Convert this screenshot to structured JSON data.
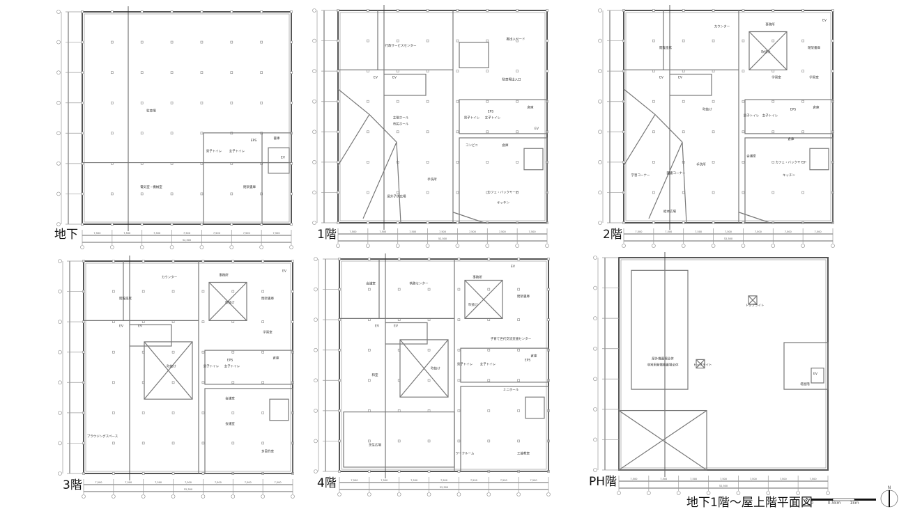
{
  "title": "地下1階～屋上階平面図",
  "scale": {
    "zero": "0",
    "half": "0.5km",
    "full": "1km"
  },
  "north": "N",
  "floors": [
    {
      "name": "地下",
      "span": "7,500",
      "total": "52,500",
      "rooms": [
        "駐車場",
        "電気室・機械室",
        "閉架書庫",
        "書庫",
        "EV",
        "EPS",
        "男子トイレ",
        "女子トイレ"
      ]
    },
    {
      "name": "1階",
      "span": "7,500",
      "total": "52,500",
      "rooms": [
        "行政サービスセンター",
        "搬出入ヤード",
        "駐車場出入口",
        "主階ホール",
        "市民ホール",
        "コンビニ",
        "倉庫",
        "カフェ・バックヤード",
        "キッチン",
        "手洗所",
        "屋外子供広場",
        "EV",
        "EV",
        "EPS",
        "倉庫",
        "EV",
        "男子トイレ",
        "女子トイレ"
      ]
    },
    {
      "name": "2階",
      "span": "7,500",
      "total": "52,500",
      "rooms": [
        "閲覧座席",
        "カウンター",
        "事務所",
        "吹抜け",
        "閉架書庫",
        "学習室",
        "学習室",
        "吹抜け",
        "男子トイレ",
        "女子トイレ",
        "EPS",
        "倉庫",
        "EV",
        "EV",
        "EV",
        "会議室",
        "倉庫",
        "カフェ・バックヤード",
        "キッチン",
        "学習コーナー",
        "図書コーナー",
        "手洗所",
        "絵本広場"
      ]
    },
    {
      "name": "3階",
      "span": "7,500",
      "total": "52,500",
      "rooms": [
        "閲覧座席",
        "カウンター",
        "事務所",
        "吹抜け",
        "閉架書庫",
        "吹抜け",
        "学習室",
        "EV",
        "EV",
        "EV",
        "EPS",
        "倉庫",
        "男子トイレ",
        "女子トイレ",
        "会議室",
        "会議室",
        "多目的室",
        "ブラウジングスペース"
      ]
    },
    {
      "name": "4階",
      "span": "7,500",
      "total": "52,500",
      "rooms": [
        "会議室",
        "執務センター",
        "事務所",
        "吹抜け",
        "閉架書庫",
        "子育て世代交流支援センター",
        "吹抜け",
        "和室",
        "ミニホール",
        "芝生広場",
        "ワークルーム",
        "工芸教室",
        "EV",
        "EV",
        "EV",
        "EPS",
        "倉庫",
        "男子トイレ",
        "女子トイレ"
      ]
    },
    {
      "name": "PH階",
      "span": "7,500",
      "total": "52,500",
      "rooms": [
        "屋外機置場全体",
        "非常用発電機置場全体",
        "トップライト",
        "トップライト",
        "塔屋階",
        "EV"
      ]
    }
  ]
}
